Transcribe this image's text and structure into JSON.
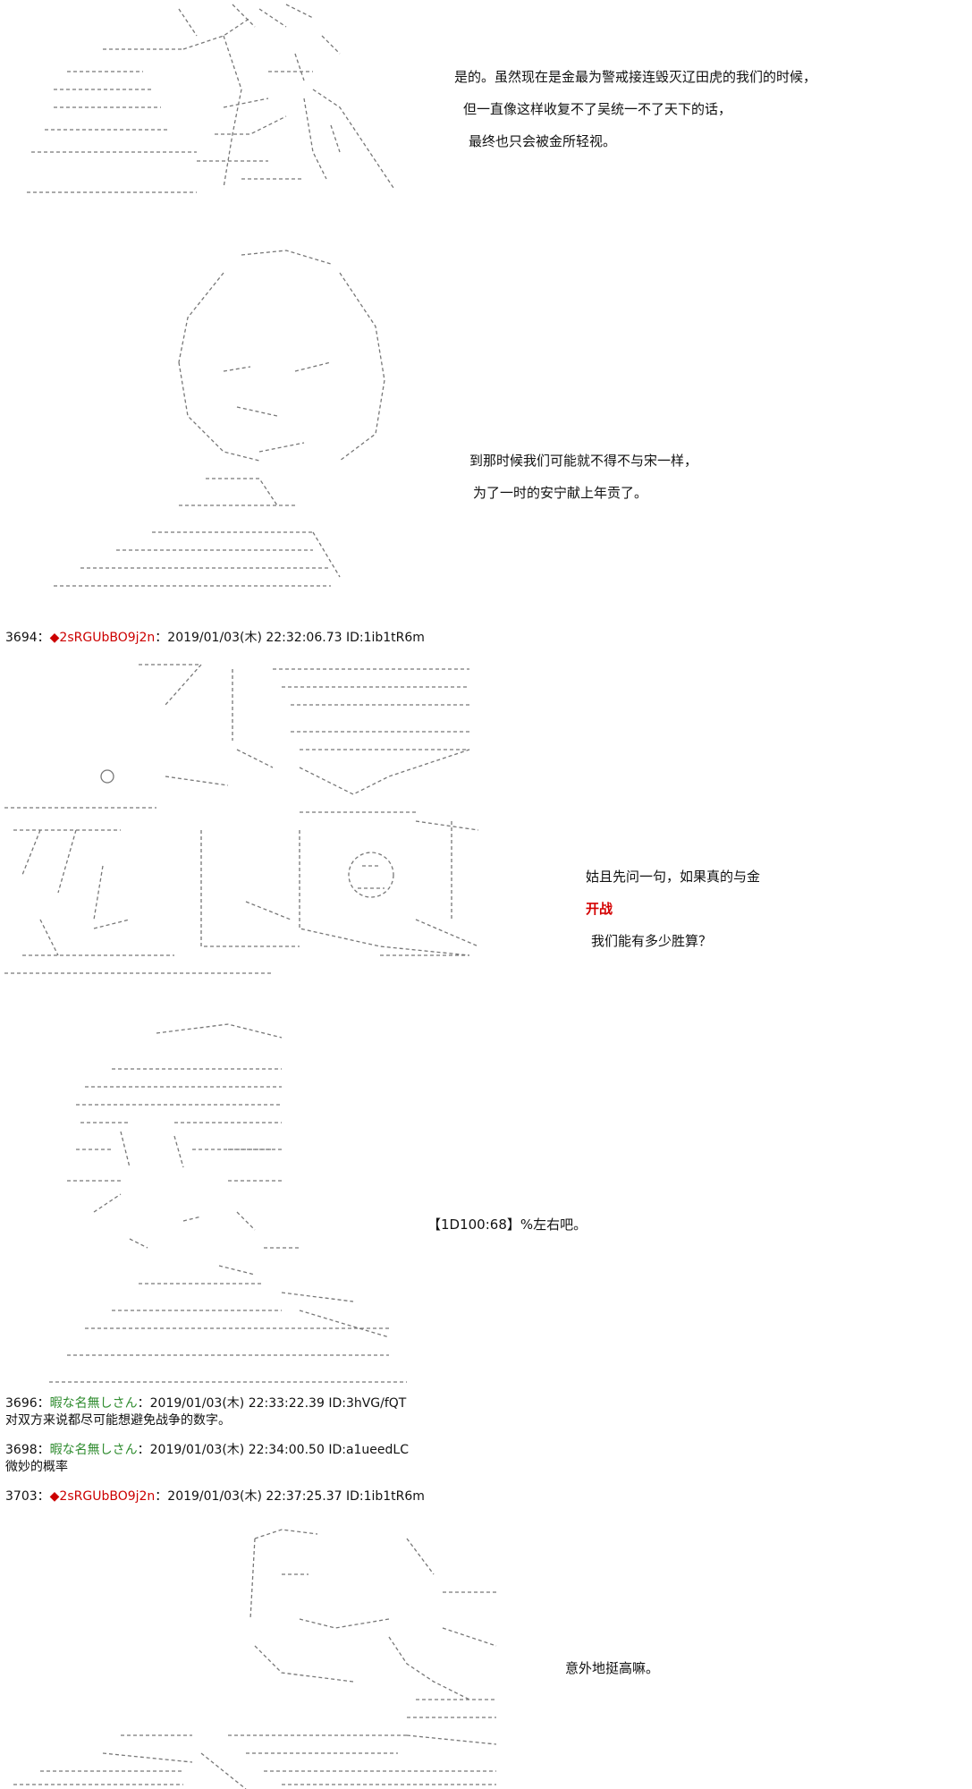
{
  "panels": [
    {
      "dialogue": [
        "是的。虽然现在是金最为警戒接连毁灭辽田虎的我们的时候，",
        "但一直像这样收复不了吴统一不了天下的话，",
        "最终也只会被金所轻视。"
      ]
    },
    {
      "dialogue": [
        "到那时候我们可能就不得不与宋一样，",
        "为了一时的安宁献上年贡了。"
      ]
    },
    {
      "dialogue": [
        "姑且先问一句，如果真的与金开战",
        "我们能有多少胜算？"
      ]
    },
    {
      "dialogue": [
        "【1D100:68】%左右吧。"
      ]
    },
    {
      "dialogue": [
        "意外地挺高嘛。"
      ]
    }
  ],
  "posts": [
    {
      "number": "3694",
      "sep": "：",
      "diamond": "◆",
      "name": "2sRGUbBO9j2n",
      "colon": "：",
      "datetime": "2019/01/03(木) 22:32:06.73",
      "id": "ID:1ib1tR6m",
      "body": ""
    },
    {
      "number": "3696",
      "sep": "：",
      "diamond": "",
      "name": "暇な名無しさん",
      "colon": "：",
      "datetime": "2019/01/03(木) 22:33:22.39",
      "id": "ID:3hVG/fQT",
      "body": "对双方来说都尽可能想避免战争的数字。"
    },
    {
      "number": "3698",
      "sep": "：",
      "diamond": "",
      "name": "暇な名無しさん",
      "colon": "：",
      "datetime": "2019/01/03(木) 22:34:00.50",
      "id": "ID:a1ueedLC",
      "body": "微妙的概率"
    },
    {
      "number": "3703",
      "sep": "：",
      "diamond": "◆",
      "name": "2sRGUbBO9j2n",
      "colon": "：",
      "datetime": "2019/01/03(木) 22:37:25.37",
      "id": "ID:1ib1tR6m",
      "body": ""
    }
  ],
  "colors": {
    "trip": "#cc0000",
    "anon": "#2e8b2e",
    "art": "#666666",
    "text": "#111111"
  }
}
